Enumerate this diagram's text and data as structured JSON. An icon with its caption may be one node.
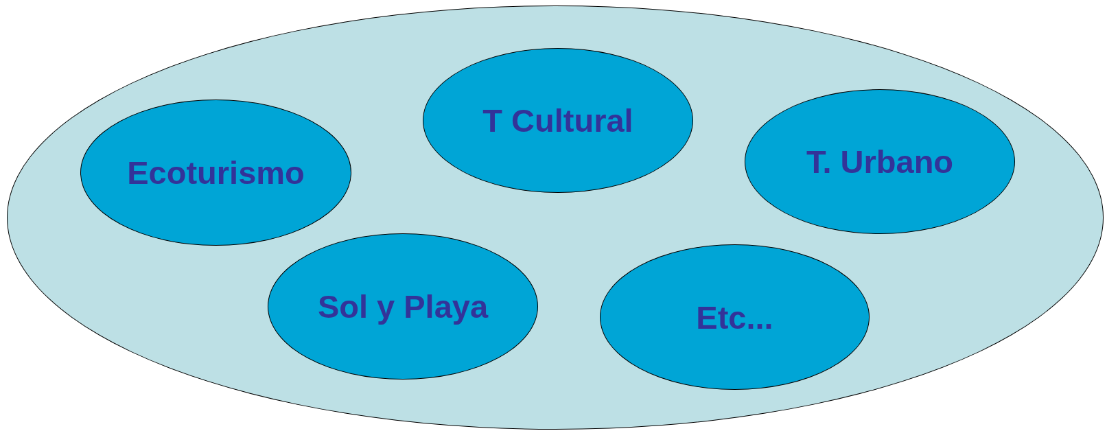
{
  "diagram": {
    "nodes": [
      {
        "text": [],
        "shape": "ellipse"
      },
      {
        "text": [
          "Ecoturismo"
        ],
        "in": 0
      },
      {
        "text": [
          "T Cultural"
        ],
        "in": 0
      },
      {
        "text": [
          "T. Urbano"
        ],
        "in": 0
      },
      {
        "text": [
          "Sol y Playa"
        ],
        "in": 0
      },
      {
        "text": [
          "Etc..."
        ],
        "in": 0
      }
    ]
  }
}
